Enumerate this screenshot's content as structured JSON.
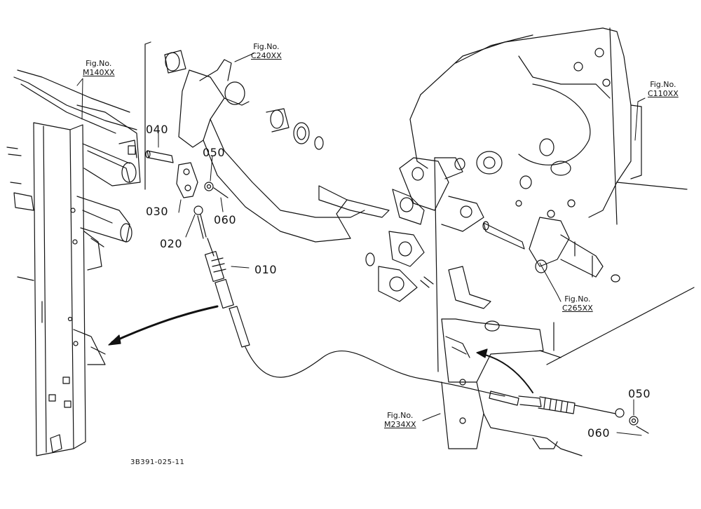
{
  "callouts": {
    "p010": "010",
    "p020": "020",
    "p030": "030",
    "p040": "040",
    "p050_top": "050",
    "p060_top": "060",
    "p050_right": "050",
    "p060_right": "060"
  },
  "figure_refs": {
    "m140": {
      "prefix": "Fig.No.",
      "code": "M140XX"
    },
    "c240": {
      "prefix": "Fig.No.",
      "code": "C240XX"
    },
    "c110": {
      "prefix": "Fig.No.",
      "code": "C110XX"
    },
    "c265": {
      "prefix": "Fig.No.",
      "code": "C265XX"
    },
    "m234": {
      "prefix": "Fig.No.",
      "code": "M234XX"
    }
  },
  "footer": {
    "drawing_id": "3B391-025-11"
  }
}
